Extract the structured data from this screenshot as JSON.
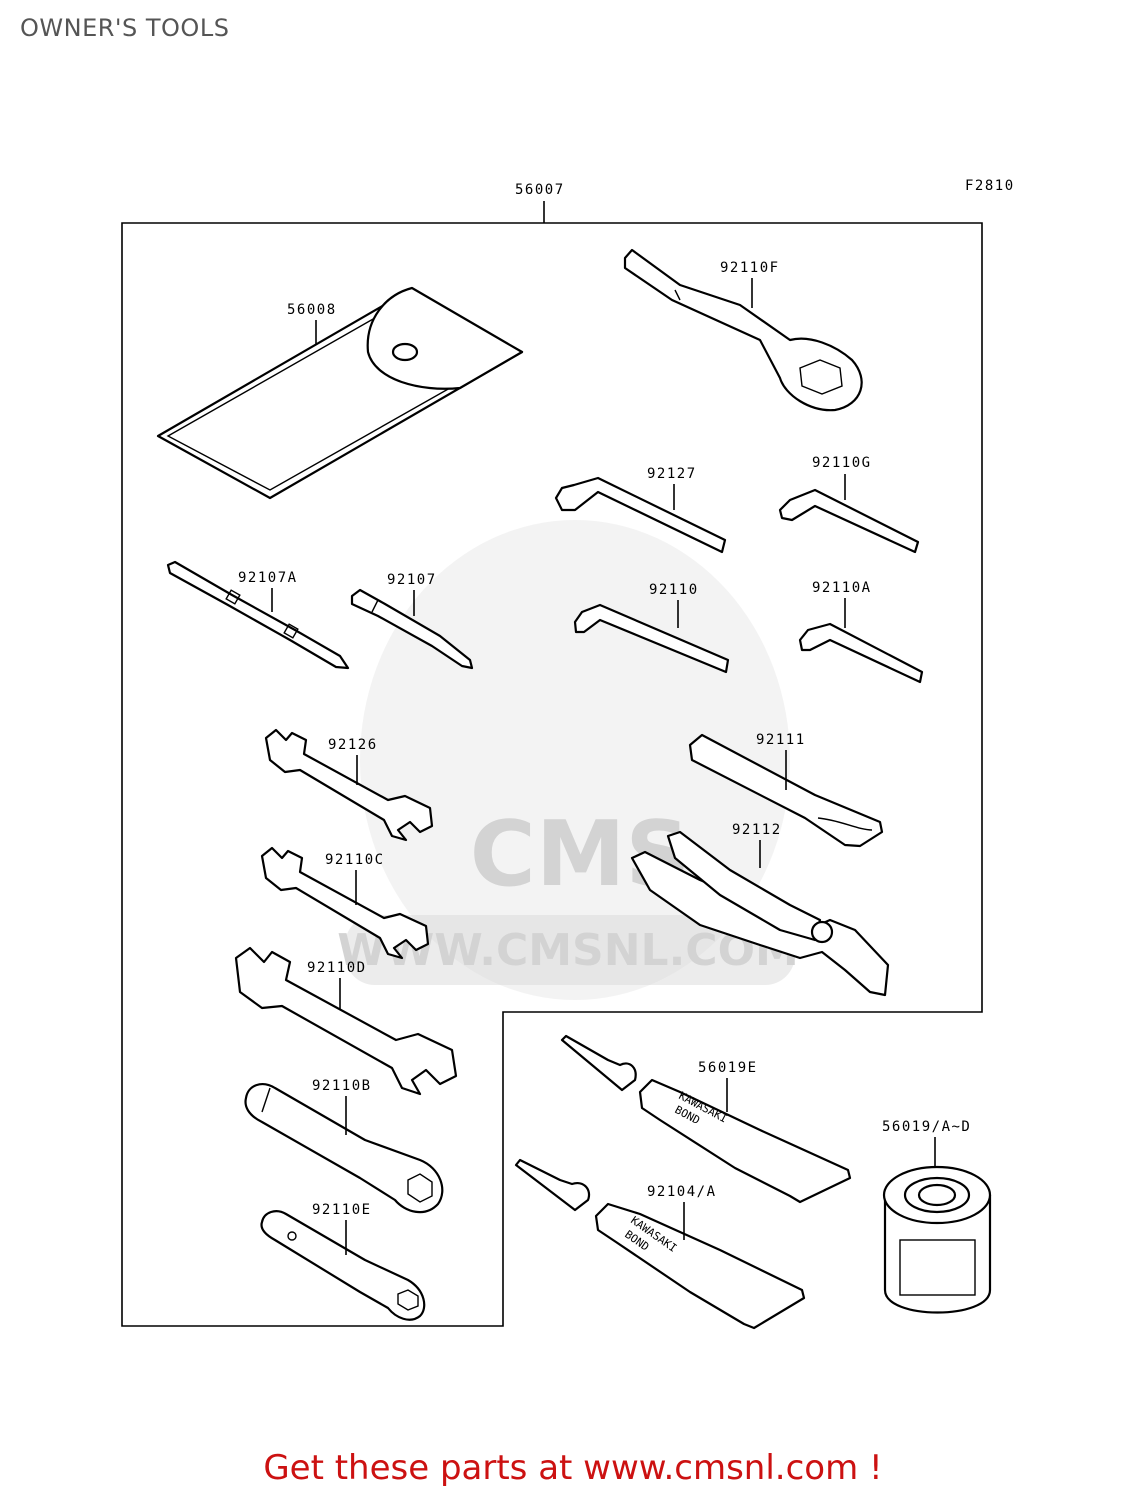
{
  "page": {
    "title": "OWNER'S TOOLS",
    "footer": "Get these parts at www.cmsnl.com !",
    "figure_code": "F2810",
    "watermark_text": "WWW.CMSNL.COM",
    "watermark_logo": "CMS"
  },
  "parts": {
    "p56007": "56007",
    "p56008": "56008",
    "p92110F": "92110F",
    "p92127": "92127",
    "p92110G": "92110G",
    "p92107A": "92107A",
    "p92107": "92107",
    "p92110": "92110",
    "p92110A": "92110A",
    "p92126": "92126",
    "p92111": "92111",
    "p92112": "92112",
    "p92110C": "92110C",
    "p92110D": "92110D",
    "p92110B": "92110B",
    "p92110E": "92110E",
    "p56019E": "56019E",
    "p92104A": "92104/A",
    "p56019AD": "56019/A~D"
  },
  "tube_print": {
    "brand": "KAWASAKI",
    "product": "BOND"
  },
  "colors": {
    "footer": "#cc1111",
    "title": "#555555",
    "watermark": "#d9d9d9"
  }
}
